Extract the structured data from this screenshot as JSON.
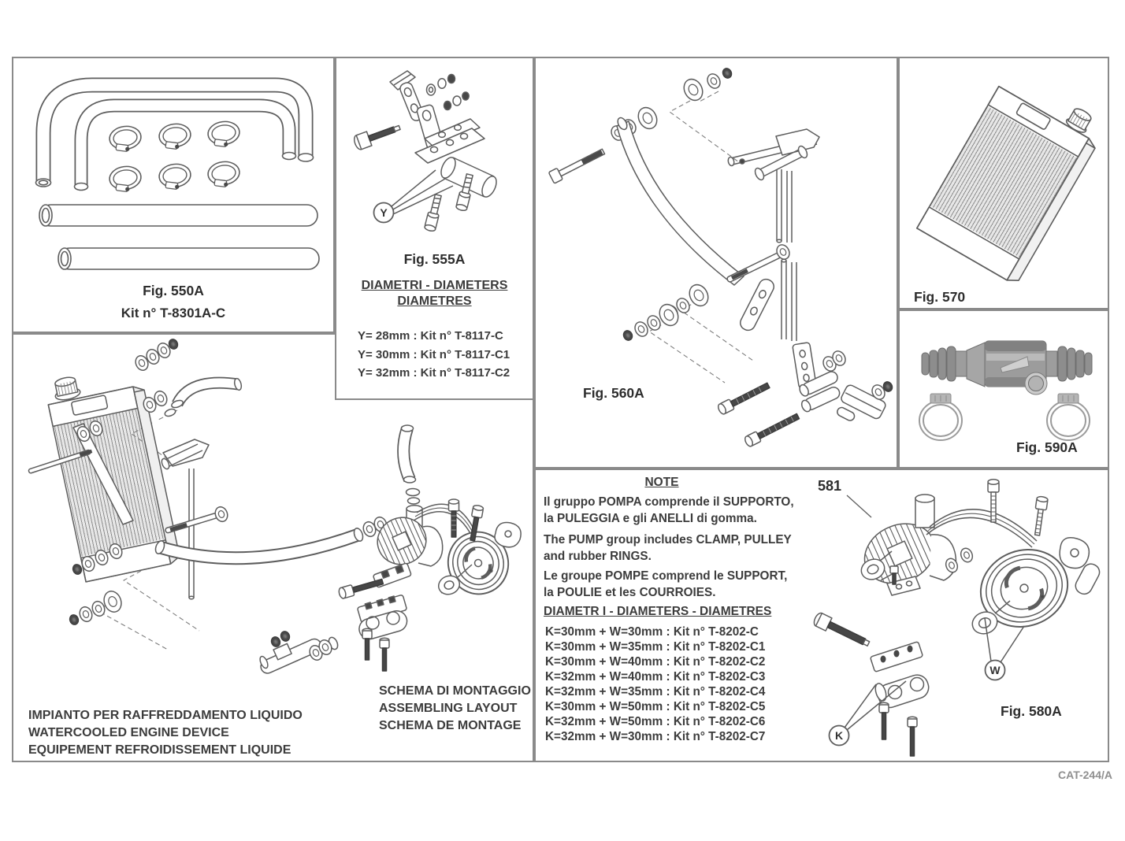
{
  "page": {
    "catalog_ref": "CAT-244/A"
  },
  "colors": {
    "panel_border": "#8a8a8a",
    "line_art": "#5d5d5d",
    "body_text": "#3c3c3c",
    "dark_metal": "#474747",
    "photo_gray": "#9c9c9c",
    "catalog_ref_gray": "#8f8f8f"
  },
  "panels": {
    "fig550a": {
      "caption": "Fig. 550A",
      "kit_number": "Kit n° T-8301A-C"
    },
    "fig555a": {
      "caption": "Fig. 555A",
      "table_header_line1": "DIAMETRI - DIAMETERS",
      "table_header_line2": "DIAMETRES",
      "rows": [
        "Y= 28mm : Kit n° T-8117-C",
        "Y= 30mm : Kit n° T-8117-C1",
        "Y= 32mm : Kit n° T-8117-C2"
      ],
      "dimension_letter": "Y"
    },
    "fig560a": {
      "caption": "Fig. 560A"
    },
    "fig570": {
      "caption": "Fig. 570"
    },
    "fig590a": {
      "caption": "Fig. 590A"
    },
    "assembly_schema": {
      "title_lines": [
        "IMPIANTO PER RAFFREDDAMENTO LIQUIDO",
        "WATERCOOLED ENGINE DEVICE",
        "EQUIPEMENT REFROIDISSEMENT LIQUIDE"
      ],
      "schema_lines": [
        "SCHEMA DI MONTAGGIO",
        "ASSEMBLING LAYOUT",
        "SCHEMA DE MONTAGE"
      ]
    },
    "fig580a": {
      "caption": "Fig. 580A",
      "part_number": "581",
      "note_title": "NOTE",
      "note_it_lines": [
        "Il gruppo POMPA comprende il SUPPORTO,",
        "la PULEGGIA e gli ANELLI di gomma."
      ],
      "note_en_lines": [
        "The PUMP group includes CLAMP, PULLEY",
        "and rubber RINGS."
      ],
      "note_fr_lines": [
        "Le groupe POMPE comprend le SUPPORT,",
        "la POULIE et les COURROIES."
      ],
      "table_header": "DIAMETR I - DIAMETERS - DIAMETRES",
      "rows": [
        "K=30mm + W=30mm : Kit n° T-8202-C",
        "K=30mm + W=35mm : Kit n° T-8202-C1",
        "K=30mm + W=40mm : Kit n° T-8202-C2",
        "K=32mm + W=40mm : Kit n° T-8202-C3",
        "K=32mm + W=35mm : Kit n° T-8202-C4",
        "K=30mm + W=50mm : Kit n° T-8202-C5",
        "K=32mm + W=50mm : Kit n° T-8202-C6",
        "K=32mm + W=30mm : Kit n° T-8202-C7"
      ],
      "dimension_letter_k": "K",
      "dimension_letter_w": "W"
    }
  }
}
